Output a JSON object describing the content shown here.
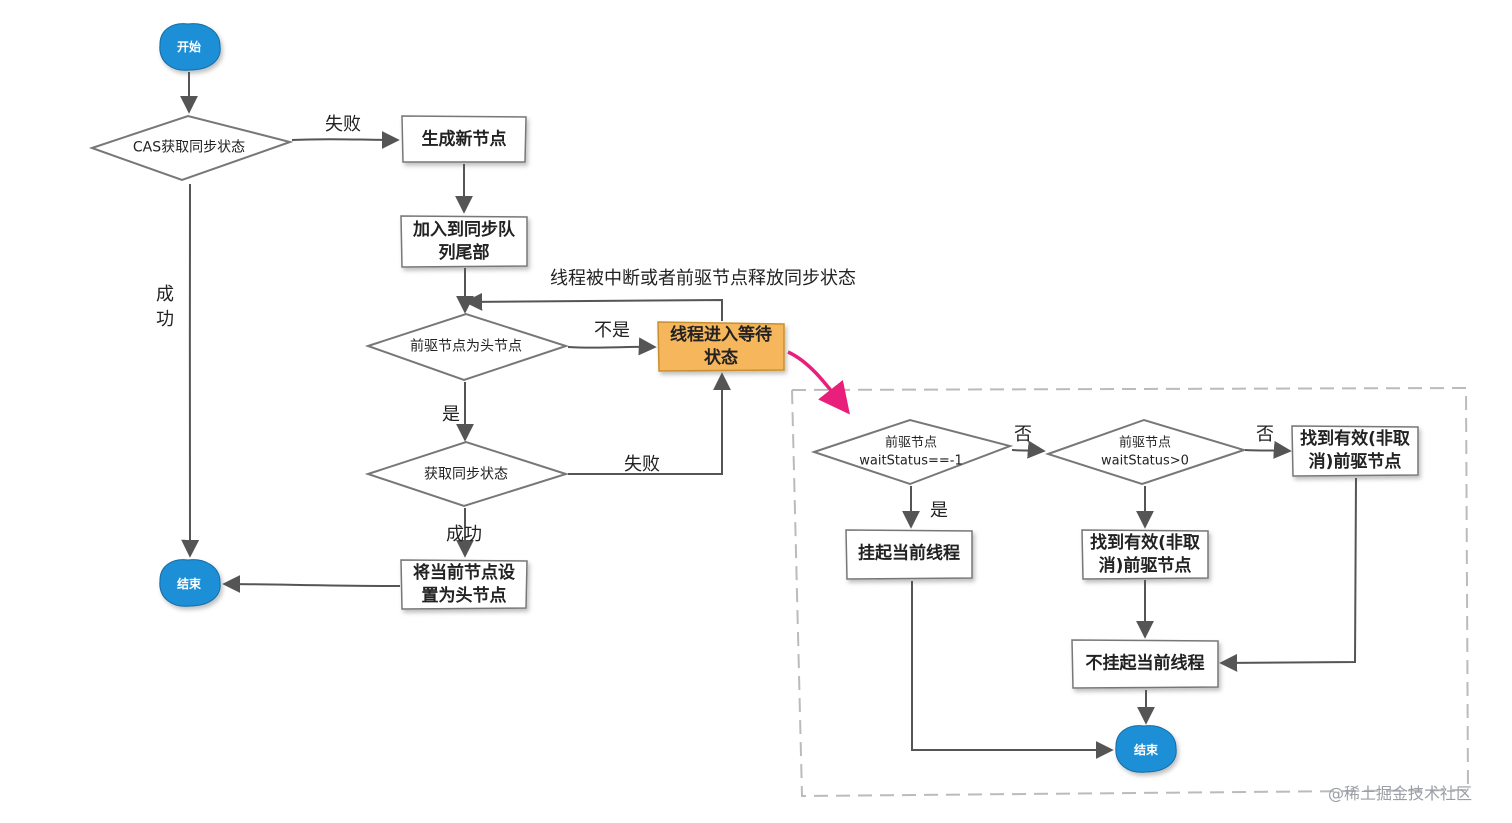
{
  "nodes": {
    "start": "开始",
    "cas": "CAS获取同步状态",
    "new_node": "生成新节点",
    "enqueue": "加入到同步队\n列尾部",
    "pred_head": "前驱节点为头节点",
    "wait": "线程进入等待\n状态",
    "acquire": "获取同步状态",
    "set_head": "将当前节点设\n置为头节点",
    "end_left": "结束",
    "ws_eq": "前驱节点\nwaitStatus==-1",
    "ws_gt": "前驱节点\nwaitStatus>0",
    "find_valid_right": "找到有效(非取\n消)前驱节点",
    "suspend": "挂起当前线程",
    "find_valid_mid": "找到有效(非取\n消)前驱节点",
    "no_suspend": "不挂起当前线程",
    "end_right": "结束"
  },
  "edges": {
    "cas_fail": "失败",
    "cas_success": "成\n功",
    "interrupt": "线程被中断或者前驱节点释放同步状态",
    "not_head": "不是",
    "is_head": "是",
    "acquire_fail": "失败",
    "acquire_success": "成功",
    "ws_eq_no": "否",
    "ws_eq_yes": "是",
    "ws_gt_no": "否"
  },
  "watermark": "@稀土掘金技术社区",
  "colors": {
    "terminal": "#1e8fd6",
    "highlight_box": "#f5b65b",
    "accent_arrow": "#e8207c",
    "stroke": "#555555"
  }
}
